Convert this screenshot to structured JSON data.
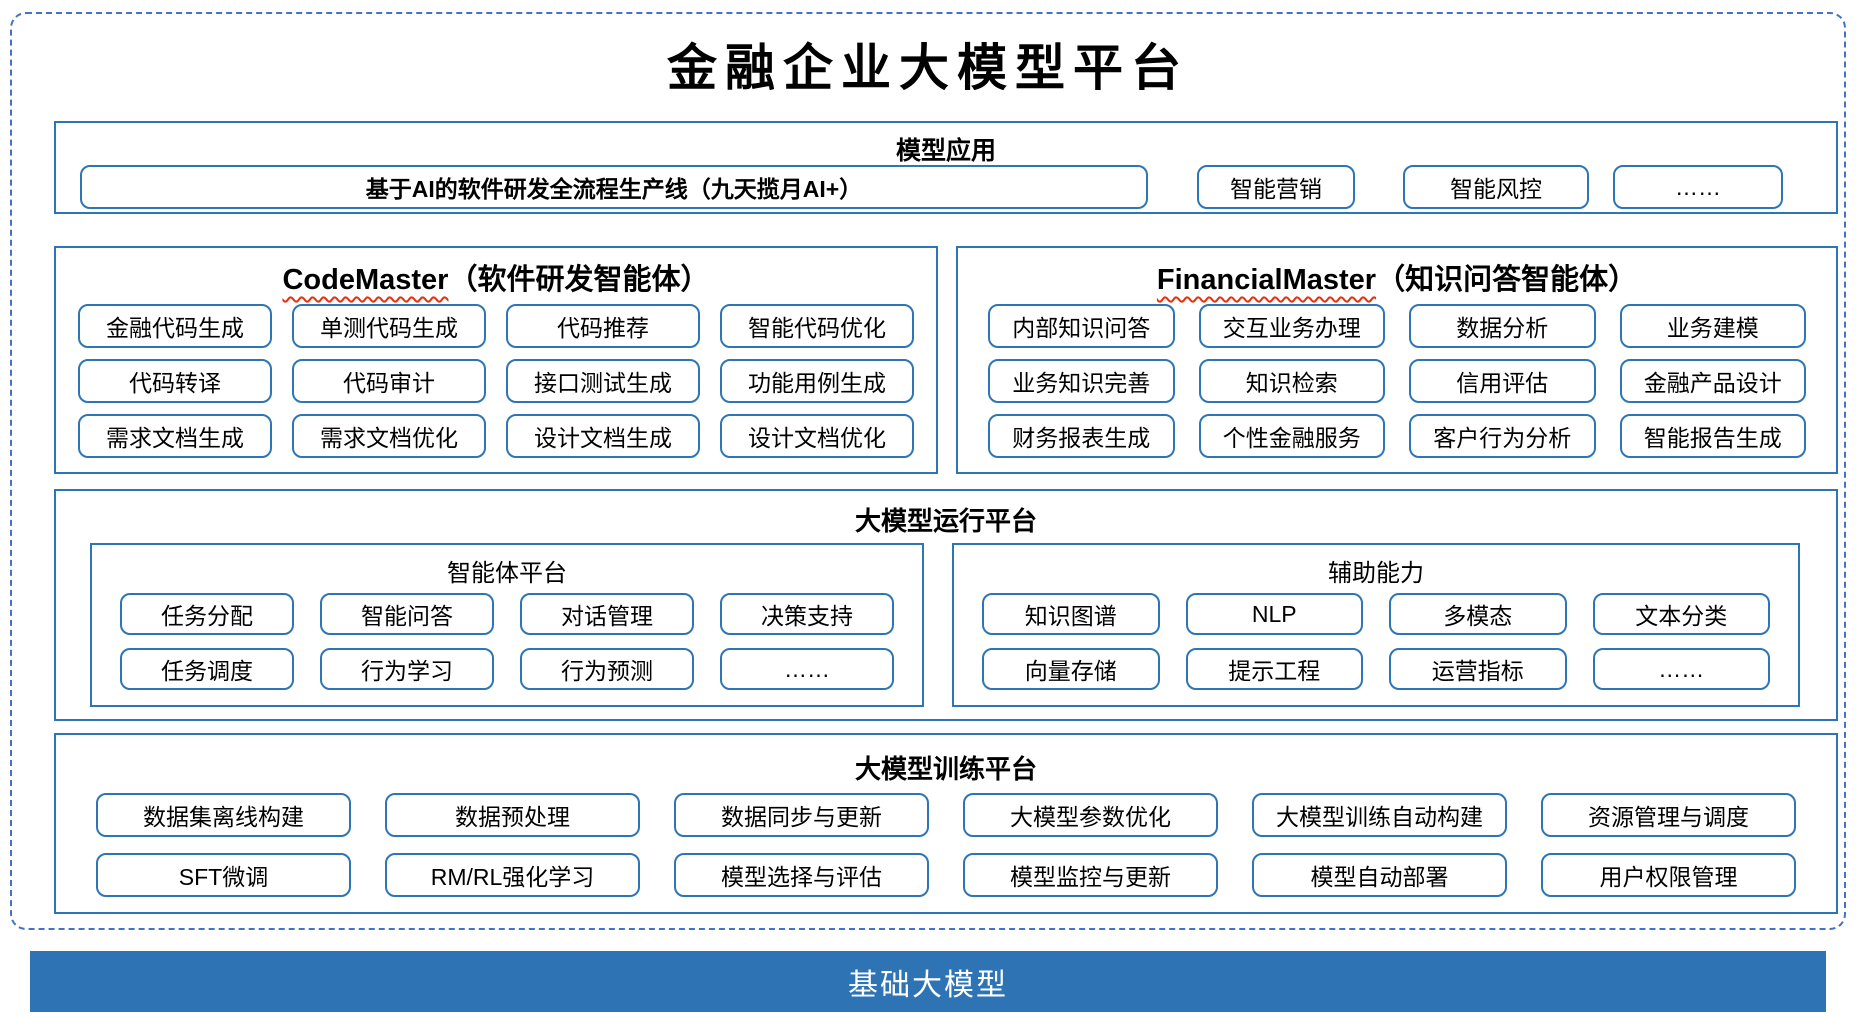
{
  "title": "金融企业大模型平台",
  "colors": {
    "accent_border": "#2E75B6",
    "outer_dashed_border": "#4472C4",
    "base_bar_background": "#2E74B5",
    "spellcheck_wavy": "#E5310E",
    "text": "#000000",
    "base_bar_text": "#FFFFFF"
  },
  "model_application": {
    "header": "模型应用",
    "main_button": "基于AI的软件研发全流程生产线（九天揽月AI+）",
    "button_marketing": "智能营销",
    "button_risk": "智能风控",
    "button_more": "……"
  },
  "code_master": {
    "title_en": "CodeMaster",
    "title_zh": "（软件研发智能体）",
    "rows": [
      [
        "金融代码生成",
        "单测代码生成",
        "代码推荐",
        "智能代码优化"
      ],
      [
        "代码转译",
        "代码审计",
        "接口测试生成",
        "功能用例生成"
      ],
      [
        "需求文档生成",
        "需求文档优化",
        "设计文档生成",
        "设计文档优化"
      ]
    ]
  },
  "financial_master": {
    "title_en": "FinancialMaster",
    "title_zh": "（知识问答智能体）",
    "rows": [
      [
        "内部知识问答",
        "交互业务办理",
        "数据分析",
        "业务建模"
      ],
      [
        "业务知识完善",
        "知识检索",
        "信用评估",
        "金融产品设计"
      ],
      [
        "财务报表生成",
        "个性金融服务",
        "客户行为分析",
        "智能报告生成"
      ]
    ]
  },
  "runtime_platform": {
    "header": "大模型运行平台",
    "agent_platform": {
      "header": "智能体平台",
      "rows": [
        [
          "任务分配",
          "智能问答",
          "对话管理",
          "决策支持"
        ],
        [
          "任务调度",
          "行为学习",
          "行为预测",
          "……"
        ]
      ]
    },
    "auxiliary": {
      "header": "辅助能力",
      "rows": [
        [
          "知识图谱",
          "NLP",
          "多模态",
          "文本分类"
        ],
        [
          "向量存储",
          "提示工程",
          "运营指标",
          "……"
        ]
      ]
    }
  },
  "training_platform": {
    "header": "大模型训练平台",
    "rows": [
      [
        "数据集离线构建",
        "数据预处理",
        "数据同步与更新",
        "大模型参数优化",
        "大模型训练自动构建",
        "资源管理与调度"
      ],
      [
        "SFT微调",
        "RM/RL强化学习",
        "模型选择与评估",
        "模型监控与更新",
        "模型自动部署",
        "用户权限管理"
      ]
    ]
  },
  "base_model_bar": {
    "label": "基础大模型"
  }
}
